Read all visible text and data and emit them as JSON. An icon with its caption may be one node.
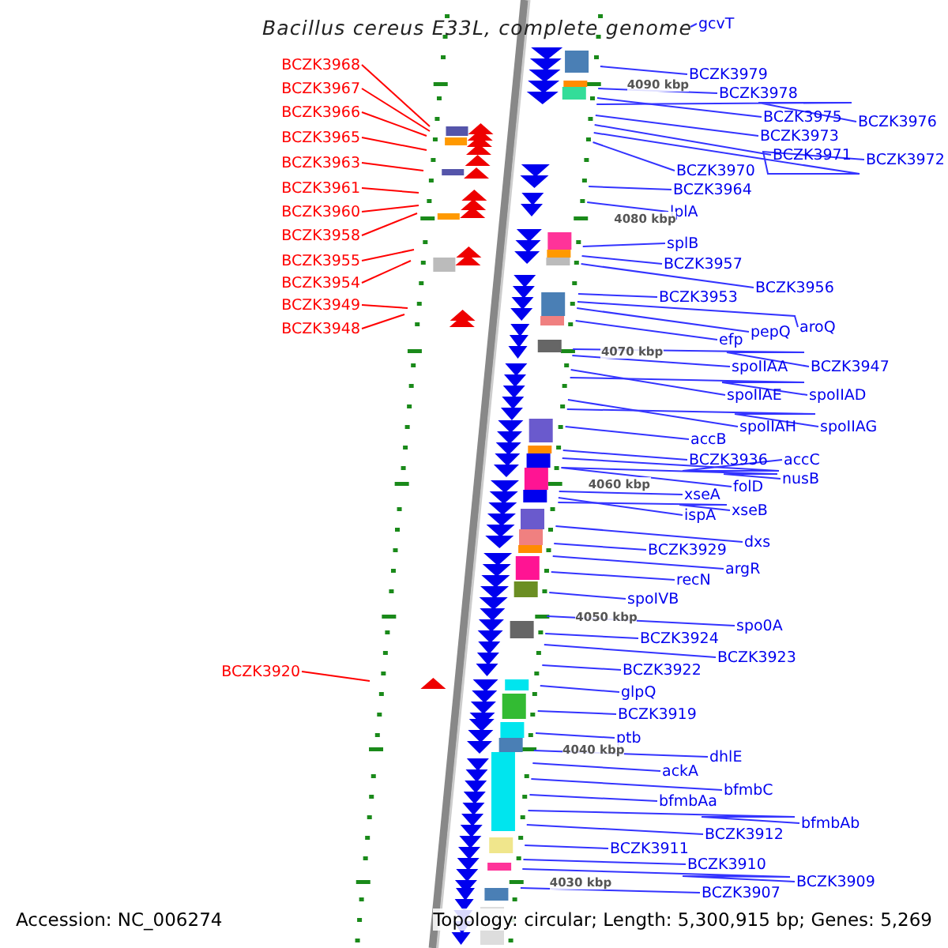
{
  "diagram": {
    "title": "Bacillus cereus E33L, complete genome",
    "nodes": [
      {
        "text": [
          "BCZK3968"
        ]
      },
      {
        "text": [
          "BCZK3967"
        ]
      },
      {
        "text": [
          "BCZK3966"
        ]
      },
      {
        "text": [
          "BCZK3965"
        ]
      },
      {
        "text": [
          "BCZK3963"
        ]
      },
      {
        "text": [
          "BCZK3961"
        ]
      },
      {
        "text": [
          "BCZK3960"
        ]
      },
      {
        "text": [
          "BCZK3958"
        ]
      },
      {
        "text": [
          "BCZK3955"
        ]
      },
      {
        "text": [
          "BCZK3954"
        ]
      },
      {
        "text": [
          "BCZK3949"
        ]
      },
      {
        "text": [
          "BCZK3948"
        ]
      },
      {
        "text": [
          "BCZK3920"
        ]
      },
      {
        "text": [
          "gcvT"
        ]
      },
      {
        "text": [
          "BCZK3979"
        ]
      },
      {
        "text": [
          "BCZK3978"
        ]
      },
      {
        "text": [
          "BCZK3975"
        ]
      },
      {
        "text": [
          "BCZK3976"
        ]
      },
      {
        "text": [
          "BCZK3973"
        ]
      },
      {
        "text": [
          "BCZK3971"
        ]
      },
      {
        "text": [
          "BCZK3972"
        ]
      },
      {
        "text": [
          "BCZK3970"
        ]
      },
      {
        "text": [
          "BCZK3964"
        ]
      },
      {
        "text": [
          "lplA"
        ]
      },
      {
        "text": [
          "splB"
        ]
      },
      {
        "text": [
          "BCZK3957"
        ]
      },
      {
        "text": [
          "BCZK3956"
        ]
      },
      {
        "text": [
          "BCZK3953"
        ]
      },
      {
        "text": [
          "aroQ"
        ]
      },
      {
        "text": [
          "pepQ"
        ]
      },
      {
        "text": [
          "efp"
        ]
      },
      {
        "text": [
          "spoIIAA"
        ]
      },
      {
        "text": [
          "BCZK3947"
        ]
      },
      {
        "text": [
          "spoIIAE"
        ]
      },
      {
        "text": [
          "spoIIAD"
        ]
      },
      {
        "text": [
          "spoIIAH"
        ]
      },
      {
        "text": [
          "spoIIAG"
        ]
      },
      {
        "text": [
          "accB"
        ]
      },
      {
        "text": [
          "BCZK3936"
        ]
      },
      {
        "text": [
          "accC"
        ]
      },
      {
        "text": [
          "folD"
        ]
      },
      {
        "text": [
          "nusB"
        ]
      },
      {
        "text": [
          "xseA"
        ]
      },
      {
        "text": [
          "ispA"
        ]
      },
      {
        "text": [
          "xseB"
        ]
      },
      {
        "text": [
          "dxs"
        ]
      },
      {
        "text": [
          "BCZK3929"
        ]
      },
      {
        "text": [
          "argR"
        ]
      },
      {
        "text": [
          "recN"
        ]
      },
      {
        "text": [
          "spoIVB"
        ]
      },
      {
        "text": [
          "spo0A"
        ]
      },
      {
        "text": [
          "BCZK3924"
        ]
      },
      {
        "text": [
          "BCZK3923"
        ]
      },
      {
        "text": [
          "BCZK3922"
        ]
      },
      {
        "text": [
          "glpQ"
        ]
      },
      {
        "text": [
          "BCZK3919"
        ]
      },
      {
        "text": [
          "ptb"
        ]
      },
      {
        "text": [
          "dhlE"
        ]
      },
      {
        "text": [
          "ackA"
        ]
      },
      {
        "text": [
          "bfmbC"
        ]
      },
      {
        "text": [
          "bfmbAa"
        ]
      },
      {
        "text": [
          "bfmbAb"
        ]
      },
      {
        "text": [
          "BCZK3912"
        ]
      },
      {
        "text": [
          "BCZK3911"
        ]
      },
      {
        "text": [
          "BCZK3910"
        ]
      },
      {
        "text": [
          "BCZK3909"
        ]
      },
      {
        "text": [
          "BCZK3907"
        ]
      }
    ],
    "edges": [
      {
        "from": 0,
        "to": null,
        "arrow": "none",
        "color": "#ff0000"
      },
      {
        "from": 1,
        "to": null,
        "arrow": "none",
        "color": "#ff0000"
      },
      {
        "from": 2,
        "to": null,
        "arrow": "none",
        "color": "#ff0000"
      },
      {
        "from": 3,
        "to": null,
        "arrow": "none",
        "color": "#ff0000"
      },
      {
        "from": 4,
        "to": null,
        "arrow": "none",
        "color": "#ff0000"
      },
      {
        "from": 5,
        "to": null,
        "arrow": "none",
        "color": "#ff0000"
      },
      {
        "from": 6,
        "to": null,
        "arrow": "none",
        "color": "#ff0000"
      },
      {
        "from": 7,
        "to": null,
        "arrow": "none",
        "color": "#ff0000"
      },
      {
        "from": 8,
        "to": null,
        "arrow": "none",
        "color": "#ff0000"
      },
      {
        "from": 9,
        "to": null,
        "arrow": "none",
        "color": "#ff0000"
      },
      {
        "from": 10,
        "to": null,
        "arrow": "none",
        "color": "#ff0000"
      },
      {
        "from": 11,
        "to": null,
        "arrow": "none",
        "color": "#ff0000"
      },
      {
        "from": 12,
        "to": null,
        "arrow": "none",
        "color": "#ff0000"
      },
      {
        "from": 13,
        "to": null,
        "arrow": "none"
      },
      {
        "from": 14,
        "to": null,
        "arrow": "none"
      },
      {
        "from": 15,
        "to": null,
        "arrow": "none"
      },
      {
        "from": 16,
        "to": null,
        "arrow": "none"
      },
      {
        "from": 17,
        "to": null,
        "arrow": "none"
      },
      {
        "from": 18,
        "to": null,
        "arrow": "none"
      },
      {
        "from": 19,
        "to": null,
        "arrow": "none"
      },
      {
        "from": 20,
        "to": null,
        "arrow": "none"
      },
      {
        "from": 21,
        "to": null,
        "arrow": "none"
      },
      {
        "from": 22,
        "to": null,
        "arrow": "none"
      },
      {
        "from": 23,
        "to": null,
        "arrow": "none"
      },
      {
        "from": 24,
        "to": null,
        "arrow": "none"
      },
      {
        "from": 25,
        "to": null,
        "arrow": "none"
      },
      {
        "from": 26,
        "to": null,
        "arrow": "none"
      },
      {
        "from": 27,
        "to": null,
        "arrow": "none"
      },
      {
        "from": 28,
        "to": null,
        "arrow": "none"
      },
      {
        "from": 29,
        "to": null,
        "arrow": "none"
      },
      {
        "from": 30,
        "to": null,
        "arrow": "none"
      },
      {
        "from": 31,
        "to": null,
        "arrow": "none"
      },
      {
        "from": 32,
        "to": null,
        "arrow": "none"
      },
      {
        "from": 33,
        "to": null,
        "arrow": "none"
      },
      {
        "from": 34,
        "to": null,
        "arrow": "none"
      },
      {
        "from": 35,
        "to": null,
        "arrow": "none"
      },
      {
        "from": 36,
        "to": null,
        "arrow": "none"
      },
      {
        "from": 37,
        "to": null,
        "arrow": "none"
      },
      {
        "from": 38,
        "to": null,
        "arrow": "none"
      },
      {
        "from": 39,
        "to": null,
        "arrow": "none"
      },
      {
        "from": 40,
        "to": null,
        "arrow": "none"
      },
      {
        "from": 41,
        "to": null,
        "arrow": "none"
      },
      {
        "from": 42,
        "to": null,
        "arrow": "none"
      },
      {
        "from": 43,
        "to": null,
        "arrow": "none"
      },
      {
        "from": 44,
        "to": null,
        "arrow": "none"
      },
      {
        "from": 45,
        "to": null,
        "arrow": "none"
      },
      {
        "from": 46,
        "to": null,
        "arrow": "none"
      },
      {
        "from": 47,
        "to": null,
        "arrow": "none"
      },
      {
        "from": 48,
        "to": null,
        "arrow": "none"
      },
      {
        "from": 49,
        "to": null,
        "arrow": "none"
      },
      {
        "from": 50,
        "to": null,
        "arrow": "none"
      },
      {
        "from": 51,
        "to": null,
        "arrow": "none"
      },
      {
        "from": 52,
        "to": null,
        "arrow": "none"
      },
      {
        "from": 53,
        "to": null,
        "arrow": "none"
      },
      {
        "from": 54,
        "to": null,
        "arrow": "none"
      },
      {
        "from": 55,
        "to": null,
        "arrow": "none"
      },
      {
        "from": 56,
        "to": null,
        "arrow": "none"
      },
      {
        "from": 57,
        "to": null,
        "arrow": "none"
      },
      {
        "from": 58,
        "to": null,
        "arrow": "none"
      },
      {
        "from": 59,
        "to": null,
        "arrow": "none"
      },
      {
        "from": 60,
        "to": null,
        "arrow": "none"
      },
      {
        "from": 61,
        "to": null,
        "arrow": "none"
      },
      {
        "from": 62,
        "to": null,
        "arrow": "none"
      },
      {
        "from": 63,
        "to": null,
        "arrow": "none"
      },
      {
        "from": 64,
        "to": null,
        "arrow": "none"
      },
      {
        "from": 65,
        "to": null,
        "arrow": "none"
      },
      {
        "from": 66,
        "to": null,
        "arrow": "none"
      }
    ],
    "labels": [
      "4090 kbp",
      "4080 kbp",
      "4070 kbp",
      "4060 kbp",
      "4050 kbp",
      "4040 kbp",
      "4030 kbp",
      "Accession: NC_006274",
      "Topology: circular; Length: 5,300,915 bp; Genes: 5,269"
    ]
  }
}
